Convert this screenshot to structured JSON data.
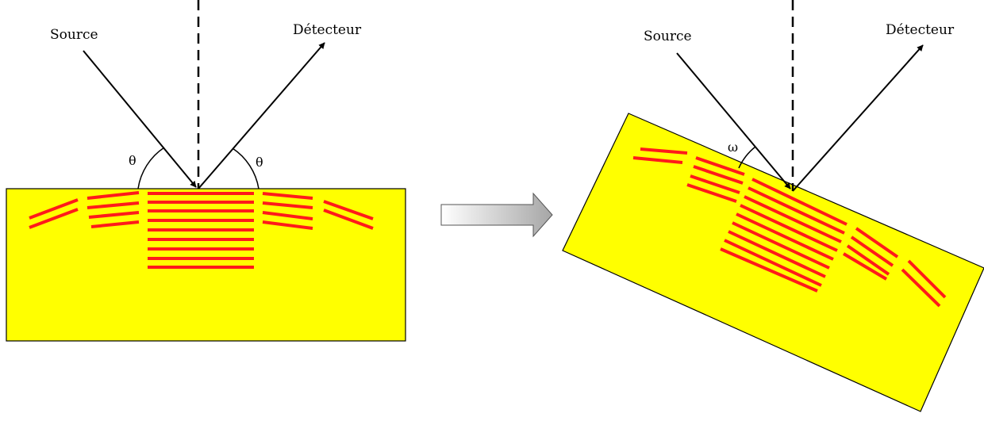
{
  "left_panel": {
    "source_label": "Source",
    "detector_label": "Détecteur",
    "angle_symbol_left": "θ",
    "angle_symbol_right": "θ"
  },
  "right_panel": {
    "source_label": "Source",
    "detector_label": "Détecteur",
    "angle_symbol": "ω"
  },
  "colors": {
    "sample_fill": "#ffff00",
    "grain_stroke": "#ff1a1a",
    "arrow_fill_light": "#ffffff",
    "arrow_fill_dark": "#a6a6a6"
  }
}
